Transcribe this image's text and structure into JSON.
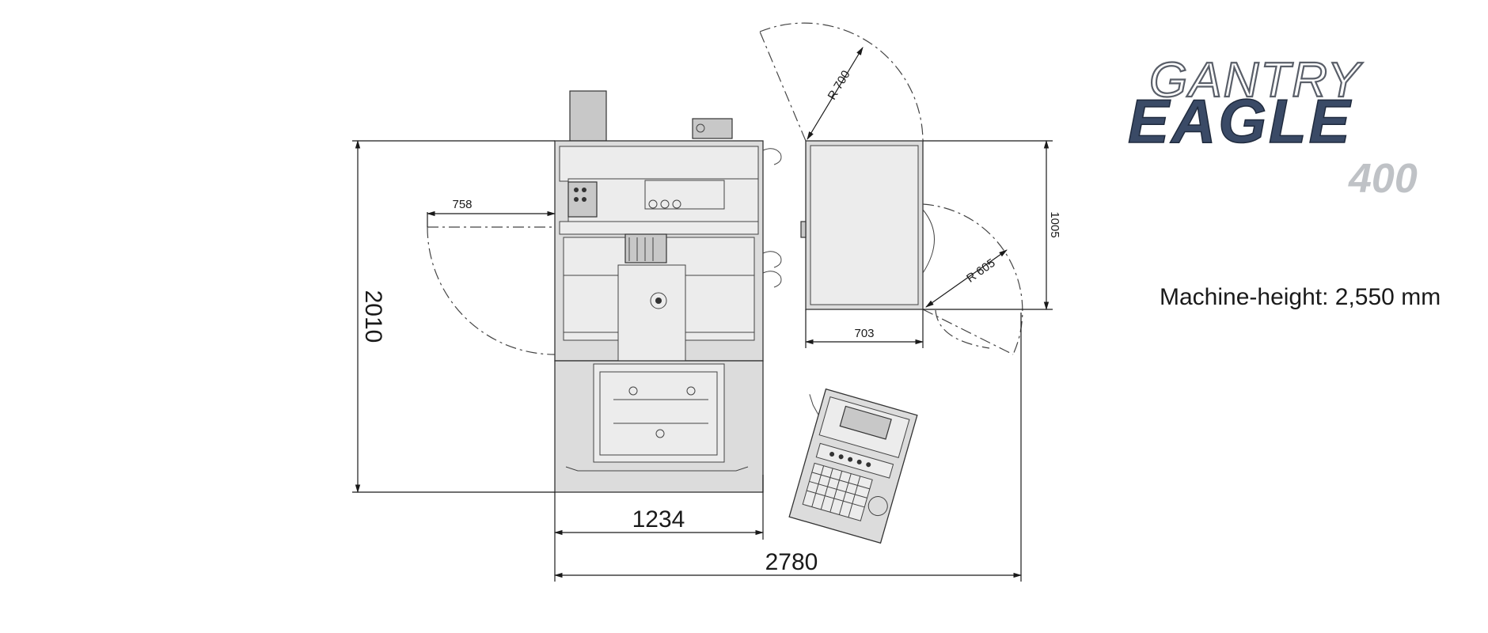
{
  "logo": {
    "line1": "GANTRY",
    "line2": "EAGLE",
    "model": "400",
    "colors": {
      "outline": "#5a5f69",
      "eagle": "#3a4a66",
      "model": "#bfc2c6"
    }
  },
  "machine_height": "Machine-height: 2,550 mm",
  "dimensions": {
    "width_main": "1234",
    "width_total": "2780",
    "depth_total": "2010",
    "door_left": "758",
    "cabinet_width": "703",
    "cabinet_depth": "1005",
    "radius_top": "R 700",
    "radius_right": "R 605"
  }
}
